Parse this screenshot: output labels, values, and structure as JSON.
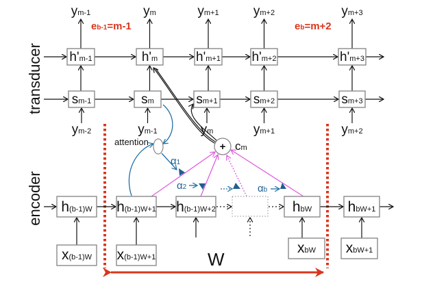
{
  "side_labels": {
    "transducer": "transducer",
    "encoder": "encoder"
  },
  "outputs_top": [
    {
      "base": "y",
      "sub": "m-1"
    },
    {
      "base": "y",
      "sub": "m"
    },
    {
      "base": "y",
      "sub": "m+1"
    },
    {
      "base": "y",
      "sub": "m+2"
    },
    {
      "base": "y",
      "sub": "m+3"
    }
  ],
  "hprime": [
    {
      "base": "h'",
      "sub": "m-1"
    },
    {
      "base": "h'",
      "sub": "m"
    },
    {
      "base": "h'",
      "sub": "m+1"
    },
    {
      "base": "h'",
      "sub": "m+2"
    },
    {
      "base": "h'",
      "sub": "m+3"
    }
  ],
  "s_states": [
    {
      "base": "s",
      "sub": "m-1"
    },
    {
      "base": "s",
      "sub": "m"
    },
    {
      "base": "s",
      "sub": "m+1"
    },
    {
      "base": "s",
      "sub": "m+2"
    },
    {
      "base": "s",
      "sub": "m+3"
    }
  ],
  "inputs_prev": [
    {
      "base": "y",
      "sub": "m-2"
    },
    {
      "base": "y",
      "sub": "m-1"
    },
    {
      "base": "y",
      "sub": "m"
    },
    {
      "base": "y",
      "sub": "m+1"
    },
    {
      "base": "y",
      "sub": "m+2"
    }
  ],
  "block_ends": [
    {
      "base": "e",
      "sub": "b-1",
      "rest": "=m-1"
    },
    {
      "base": "e",
      "sub": "b",
      "rest": "=m+2"
    }
  ],
  "attention_label": "attention",
  "context": {
    "base": "c",
    "sub": "m",
    "op": "+"
  },
  "alphas": [
    {
      "base": "α",
      "sub": "1"
    },
    {
      "base": "α",
      "sub": "2"
    },
    {
      "base": "α",
      "sub": "b"
    }
  ],
  "encoder_h": [
    {
      "base": "h",
      "sub": "(b-1)W"
    },
    {
      "base": "h",
      "sub": "(b-1)W+1"
    },
    {
      "base": "h",
      "sub": "(b-1)W+2"
    },
    {
      "base": "h",
      "sub": "bW"
    },
    {
      "base": "h",
      "sub": "bW+1"
    }
  ],
  "encoder_x": [
    {
      "base": "x",
      "sub": "(b-1)W"
    },
    {
      "base": "x",
      "sub": "(b-1)W+1"
    },
    {
      "base": "x",
      "sub": "bW"
    },
    {
      "base": "x",
      "sub": "bW+1"
    }
  ],
  "window_label": "W",
  "colors": {
    "block_boundary": "#d9351c",
    "attention": "#1f6fa6",
    "context_edges": "#e05ce0"
  }
}
